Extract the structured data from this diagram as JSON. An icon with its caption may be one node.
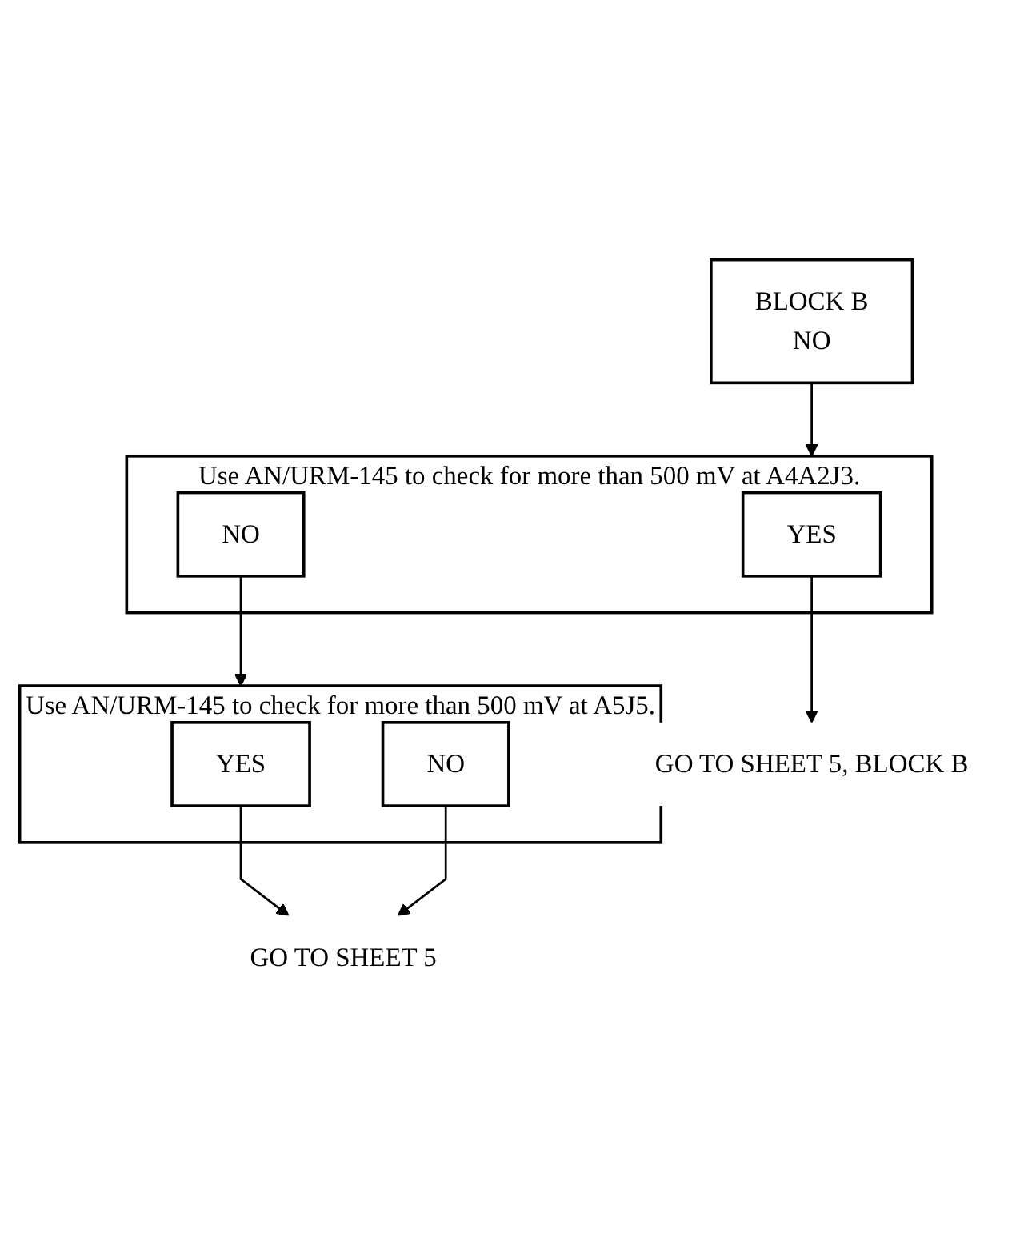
{
  "diagram": {
    "nodes": [
      {
        "text": [
          "BLOCK B",
          "NO"
        ]
      },
      {
        "text": [
          "Use AN/URM-145 to check for more than 500 mV at A4A2J3."
        ]
      },
      {
        "text": [
          "YES"
        ],
        "in": 1
      },
      {
        "text": [
          "NO"
        ],
        "in": 1
      },
      {
        "text": [
          "GO TO SHEET 5, BLOCK B"
        ]
      },
      {
        "text": [
          "Use AN/URM-145 to check for more than 500 mV at A5J5."
        ]
      },
      {
        "text": [
          "YES"
        ],
        "in": 5
      },
      {
        "text": [
          "NO"
        ],
        "in": 5
      },
      {
        "text": [
          "GO TO SHEET 5"
        ]
      }
    ],
    "edges": [
      {
        "from": 0,
        "to": 1,
        "arrow": "to"
      },
      {
        "from": 2,
        "to": 4,
        "arrow": "to"
      },
      {
        "from": 3,
        "to": 5,
        "arrow": "to"
      },
      {
        "from": 6,
        "to": 8,
        "arrow": "to"
      },
      {
        "from": 7,
        "to": 8,
        "arrow": "to"
      }
    ]
  }
}
